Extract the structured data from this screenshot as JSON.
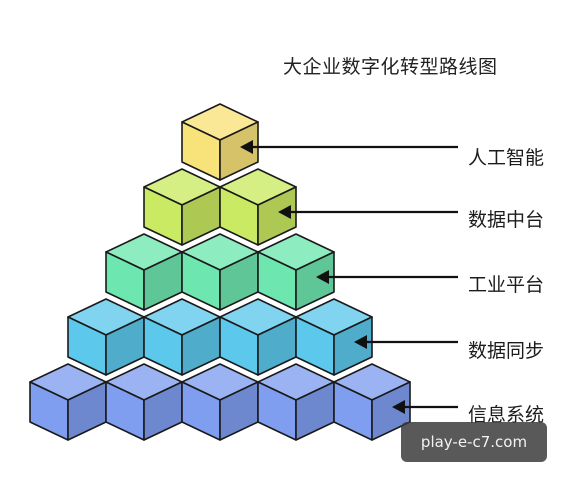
{
  "title": "大企业数字化转型路线图",
  "layers": [
    {
      "label": "人工智能",
      "color": "#f8e27a"
    },
    {
      "label": "数据中台",
      "color": "#c9ea62"
    },
    {
      "label": "工业平台",
      "color": "#6ee6b0"
    },
    {
      "label": "数据同步",
      "color": "#5cc8ec"
    },
    {
      "label": "信息系统",
      "color": "#7f9ef0"
    }
  ],
  "watermark": "play-e-c7.com",
  "colors": {
    "stroke": "#1a1a1a",
    "arrow": "#111111"
  }
}
